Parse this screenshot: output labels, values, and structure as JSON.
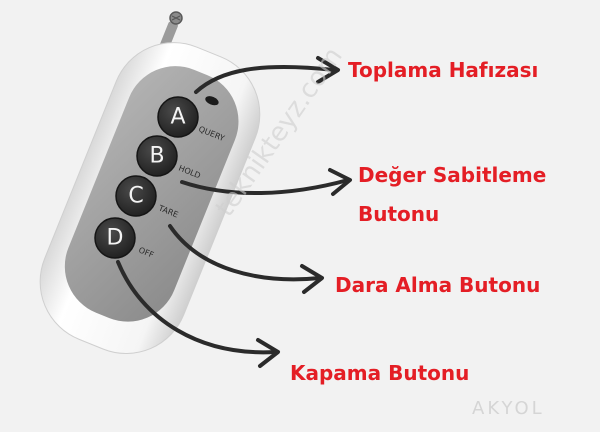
{
  "labels": {
    "summation": "Toplama Hafızası",
    "hold_line1": "Değer Sabitleme",
    "hold_line2": "Butonu",
    "tare": "Dara Alma Butonu",
    "off": "Kapama Butonu"
  },
  "remote": {
    "buttons": [
      {
        "letter": "A",
        "caption": "QUERY"
      },
      {
        "letter": "B",
        "caption": "HOLD"
      },
      {
        "letter": "C",
        "caption": "TARE"
      },
      {
        "letter": "D",
        "caption": "OFF"
      }
    ]
  },
  "watermark": {
    "diagonal": "teknikteyz.com",
    "corner": "AKYOL"
  },
  "colors": {
    "label_red": "#e41e25",
    "arrow": "#2b2b2b",
    "remote_body": "#f7f7f7",
    "keypad": "#9a9a9a",
    "button": "#2f2f2f"
  }
}
